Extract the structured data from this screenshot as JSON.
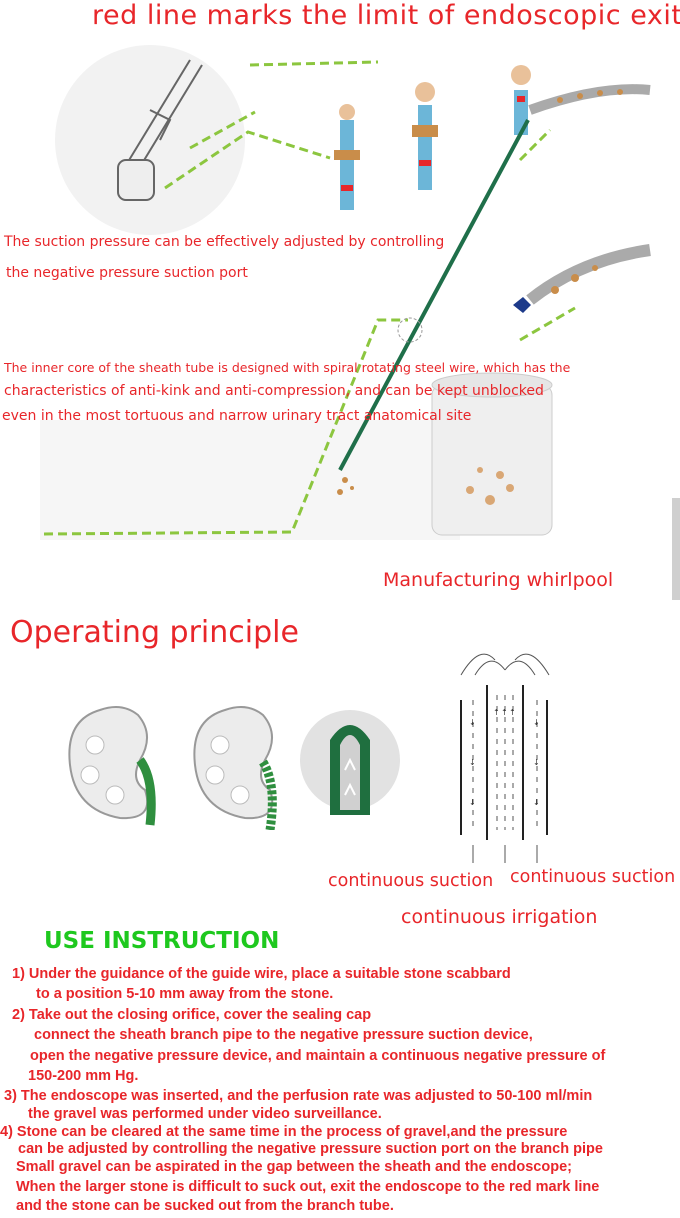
{
  "header": {
    "title": "red line marks the limit of endoscopic exit"
  },
  "annotations": {
    "suction_line1": "The suction pressure can be effectively adjusted by controlling",
    "suction_line2": "the negative pressure suction port",
    "core_line1": "The inner core of the sheath tube is designed with spiral rotating steel wire, which has the",
    "core_line2": "characteristics of anti-kink and anti-compression, and can be kept unblocked",
    "core_line3": "even in the most tortuous and narrow urinary tract anatomical site",
    "manufacturing": "Manufacturing whirlpool"
  },
  "principle": {
    "heading": "Operating principle",
    "label_suction_left": "continuous suction",
    "label_suction_right": "continuous suction",
    "label_irrigation": "continuous irrigation"
  },
  "instructions": {
    "heading": "USE INSTRUCTION",
    "lines": [
      "1)  Under the guidance of the guide wire, place a suitable stone scabbard",
      "to a position 5-10 mm away from the stone.",
      "2)  Take out the closing orifice, cover the sealing cap",
      "connect the sheath branch pipe to the negative pressure suction device,",
      "open the negative pressure device, and maintain a continuous negative pressure of",
      "150-200 mm Hg.",
      "3)  The endoscope was inserted, and the perfusion rate was adjusted to 50-100 ml/min",
      "the gravel was performed under video surveillance.",
      "4)  Stone can be cleared at the same time in the process of gravel,and the pressure",
      "can be adjusted by controlling the negative pressure suction port on the branch pipe",
      "Small gravel can be aspirated in the gap between the sheath and the endoscope;",
      "When the larger stone is difficult to suck out, exit the endoscope to the red mark line",
      "and the stone can be sucked out from the branch tube."
    ]
  },
  "colors": {
    "text_red": "#e8262a",
    "heading_green": "#1ec81e",
    "dash_green": "#8cc63f",
    "sheath_green": "#1f6f4a"
  }
}
